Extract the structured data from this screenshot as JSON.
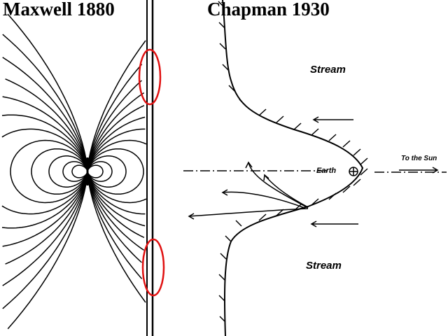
{
  "left_title": "Maxwell 1880",
  "right_title": "Chapman 1930",
  "labels": {
    "stream_top": "Stream",
    "stream_bottom": "Stream",
    "earth": "Earth",
    "to_sun": "To the Sun"
  },
  "colors": {
    "highlight": "#e01010",
    "ink": "#000000"
  }
}
